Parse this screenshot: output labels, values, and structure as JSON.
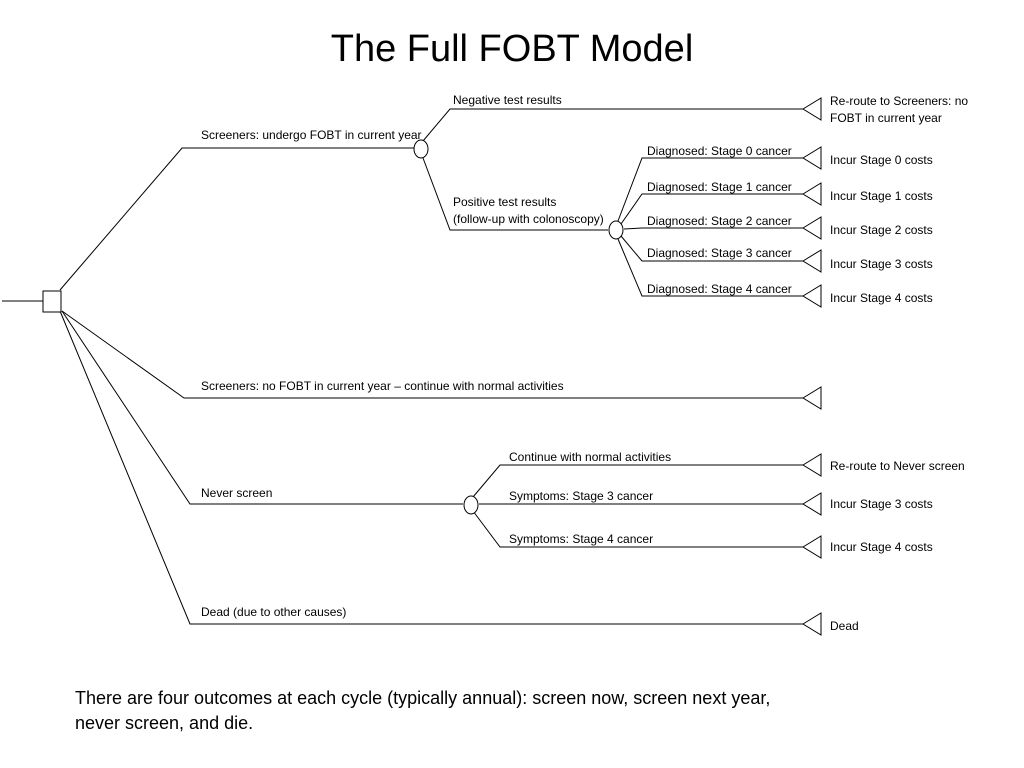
{
  "title": "The Full FOBT Model",
  "caption": "There are four outcomes at each cycle (typically annual): screen now, screen next year, never screen, and die.",
  "tree": {
    "branches": {
      "screeners_fobt": "Screeners: undergo FOBT in current year",
      "negative": "Negative test results",
      "positive_line1": "Positive test results",
      "positive_line2": "(follow-up with colonoscopy)",
      "stage0": "Diagnosed: Stage 0 cancer",
      "stage1": "Diagnosed: Stage 1 cancer",
      "stage2": "Diagnosed: Stage 2 cancer",
      "stage3": "Diagnosed: Stage 3 cancer",
      "stage4": "Diagnosed: Stage 4 cancer",
      "no_fobt": "Screeners: no FOBT in current year – continue with normal activities",
      "never_screen": "Never screen",
      "continue_normal": "Continue with normal activities",
      "symptoms3": "Symptoms: Stage 3 cancer",
      "symptoms4": "Symptoms: Stage 4 cancer",
      "dead_other": "Dead (due to other causes)"
    },
    "outcomes": {
      "reroute_screeners_line1": "Re-route to Screeners: no",
      "reroute_screeners_line2": "FOBT in current year",
      "cost0": "Incur Stage 0 costs",
      "cost1": "Incur Stage 1 costs",
      "cost2": "Incur Stage 2 costs",
      "cost3": "Incur Stage 3 costs",
      "cost4": "Incur Stage 4 costs",
      "reroute_never": "Re-route to Never screen",
      "never_cost3": "Incur Stage 3 costs",
      "never_cost4": "Incur Stage 4 costs",
      "dead": "Dead"
    }
  }
}
